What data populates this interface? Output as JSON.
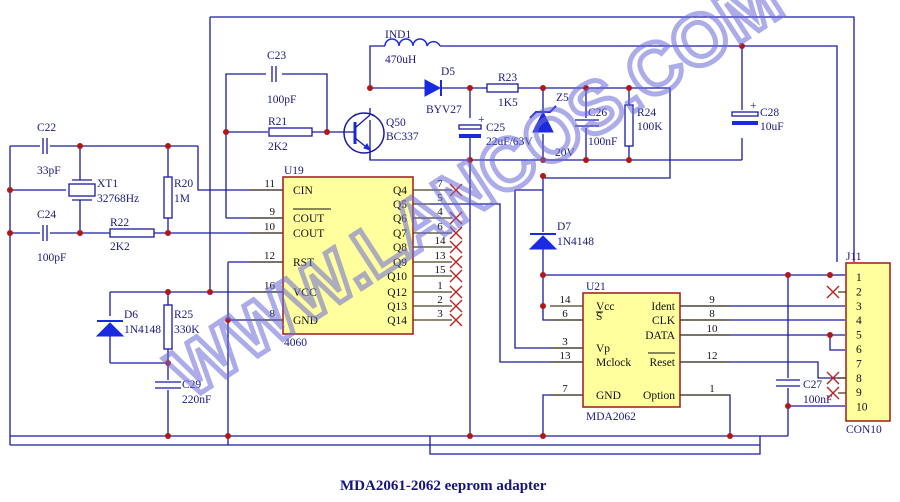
{
  "title": "MDA2061-2062 eeprom adapter",
  "watermark": "WWW.LANCOS.COM",
  "components": {
    "C22": {
      "ref": "C22",
      "value": "33pF"
    },
    "C24": {
      "ref": "C24",
      "value": "100pF"
    },
    "XT1": {
      "ref": "XT1",
      "value": "32768Hz"
    },
    "R20": {
      "ref": "R20",
      "value": "1M"
    },
    "R22": {
      "ref": "R22",
      "value": "2K2"
    },
    "C23": {
      "ref": "C23",
      "value": "100pF"
    },
    "R21": {
      "ref": "R21",
      "value": "2K2"
    },
    "Q50": {
      "ref": "Q50",
      "value": "BC337"
    },
    "IND1": {
      "ref": "IND1",
      "value": "470uH"
    },
    "D5": {
      "ref": "D5",
      "value": "BYV27"
    },
    "R23": {
      "ref": "R23",
      "value": "1K5"
    },
    "C25": {
      "ref": "C25",
      "value": "22uF/63V"
    },
    "Z5": {
      "ref": "Z5",
      "value": "20V"
    },
    "C26": {
      "ref": "C26",
      "value": "100nF"
    },
    "R24": {
      "ref": "R24",
      "value": "100K"
    },
    "C28": {
      "ref": "C28",
      "value": "10uF"
    },
    "D7": {
      "ref": "D7",
      "value": "1N4148"
    },
    "D6": {
      "ref": "D6",
      "value": "1N4148"
    },
    "R25": {
      "ref": "R25",
      "value": "330K"
    },
    "C29": {
      "ref": "C29",
      "value": "220nF"
    },
    "C27": {
      "ref": "C27",
      "value": "100nF"
    }
  },
  "u19": {
    "ref": "U19",
    "part": "4060",
    "left_pins": [
      {
        "name": "CIN",
        "num": "11"
      },
      {
        "name": "COUT",
        "num": "9"
      },
      {
        "name": "COUT",
        "num": "10"
      },
      {
        "name": "RST",
        "num": "12"
      },
      {
        "name": "VCC",
        "num": "16"
      },
      {
        "name": "GND",
        "num": "8"
      }
    ],
    "right_pins": [
      {
        "name": "Q4",
        "num": "7"
      },
      {
        "name": "Q5",
        "num": "5"
      },
      {
        "name": "Q6",
        "num": "4"
      },
      {
        "name": "Q7",
        "num": "6"
      },
      {
        "name": "Q8",
        "num": "14"
      },
      {
        "name": "Q9",
        "num": "13"
      },
      {
        "name": "Q10",
        "num": "15"
      },
      {
        "name": "Q12",
        "num": "1"
      },
      {
        "name": "Q13",
        "num": "2"
      },
      {
        "name": "Q14",
        "num": "3"
      }
    ]
  },
  "u21": {
    "ref": "U21",
    "part": "MDA2062",
    "left_pins": [
      {
        "name": "Vcc",
        "num": "14"
      },
      {
        "name": "S",
        "num": "6"
      },
      {
        "name": "Vp",
        "num": "3"
      },
      {
        "name": "Mclock",
        "num": "13"
      },
      {
        "name": "GND",
        "num": "7"
      }
    ],
    "right_pins": [
      {
        "name": "Ident",
        "num": "9"
      },
      {
        "name": "CLK",
        "num": "8"
      },
      {
        "name": "DATA",
        "num": "10"
      },
      {
        "name": "Reset",
        "num": "12"
      },
      {
        "name": "Option",
        "num": "1"
      }
    ]
  },
  "j11": {
    "ref": "J11",
    "part": "CON10",
    "pins": [
      "1",
      "2",
      "3",
      "4",
      "5",
      "6",
      "7",
      "8",
      "9",
      "10"
    ]
  }
}
